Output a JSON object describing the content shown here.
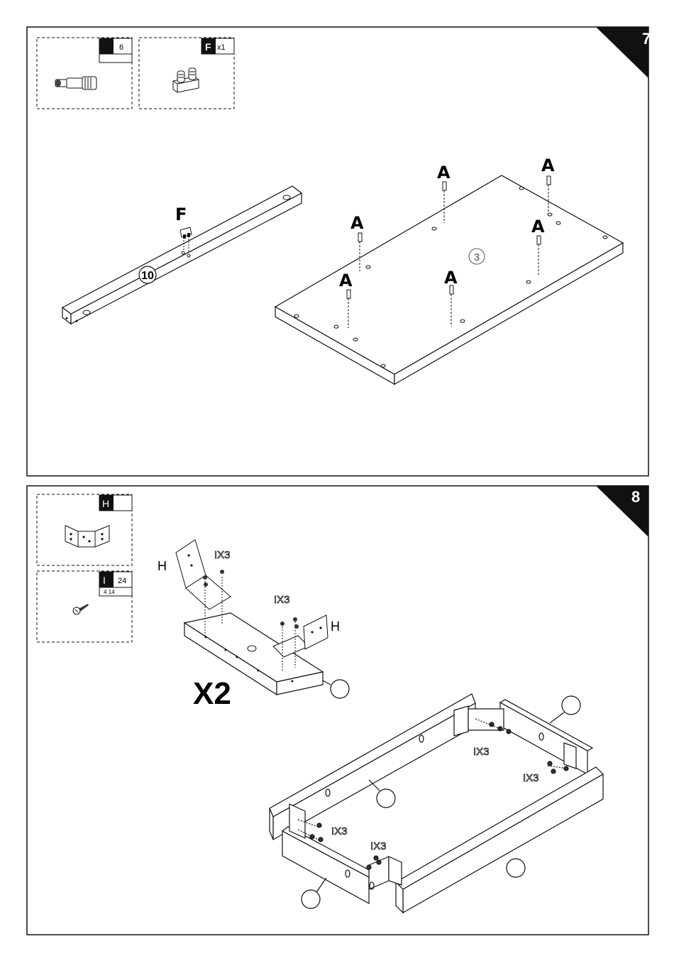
{
  "panels": [
    {
      "step_number": "7",
      "hardware": [
        {
          "code": "",
          "quantity": "6",
          "icon": "cam-dowel-icon"
        },
        {
          "code": "F",
          "quantity": "x1",
          "icon": "connector-block-icon"
        }
      ],
      "part_labels": [
        "10",
        "3"
      ],
      "callouts": {
        "a": "A",
        "f": "F"
      }
    },
    {
      "step_number": "8",
      "hardware": [
        {
          "code": "H",
          "quantity": "",
          "icon": "corner-bracket-icon"
        },
        {
          "code": "I",
          "quantity": "24",
          "size": "4 14",
          "icon": "screw-icon"
        }
      ],
      "callouts": {
        "h": "H",
        "ix3": "IX3",
        "x2": "X2"
      }
    }
  ]
}
